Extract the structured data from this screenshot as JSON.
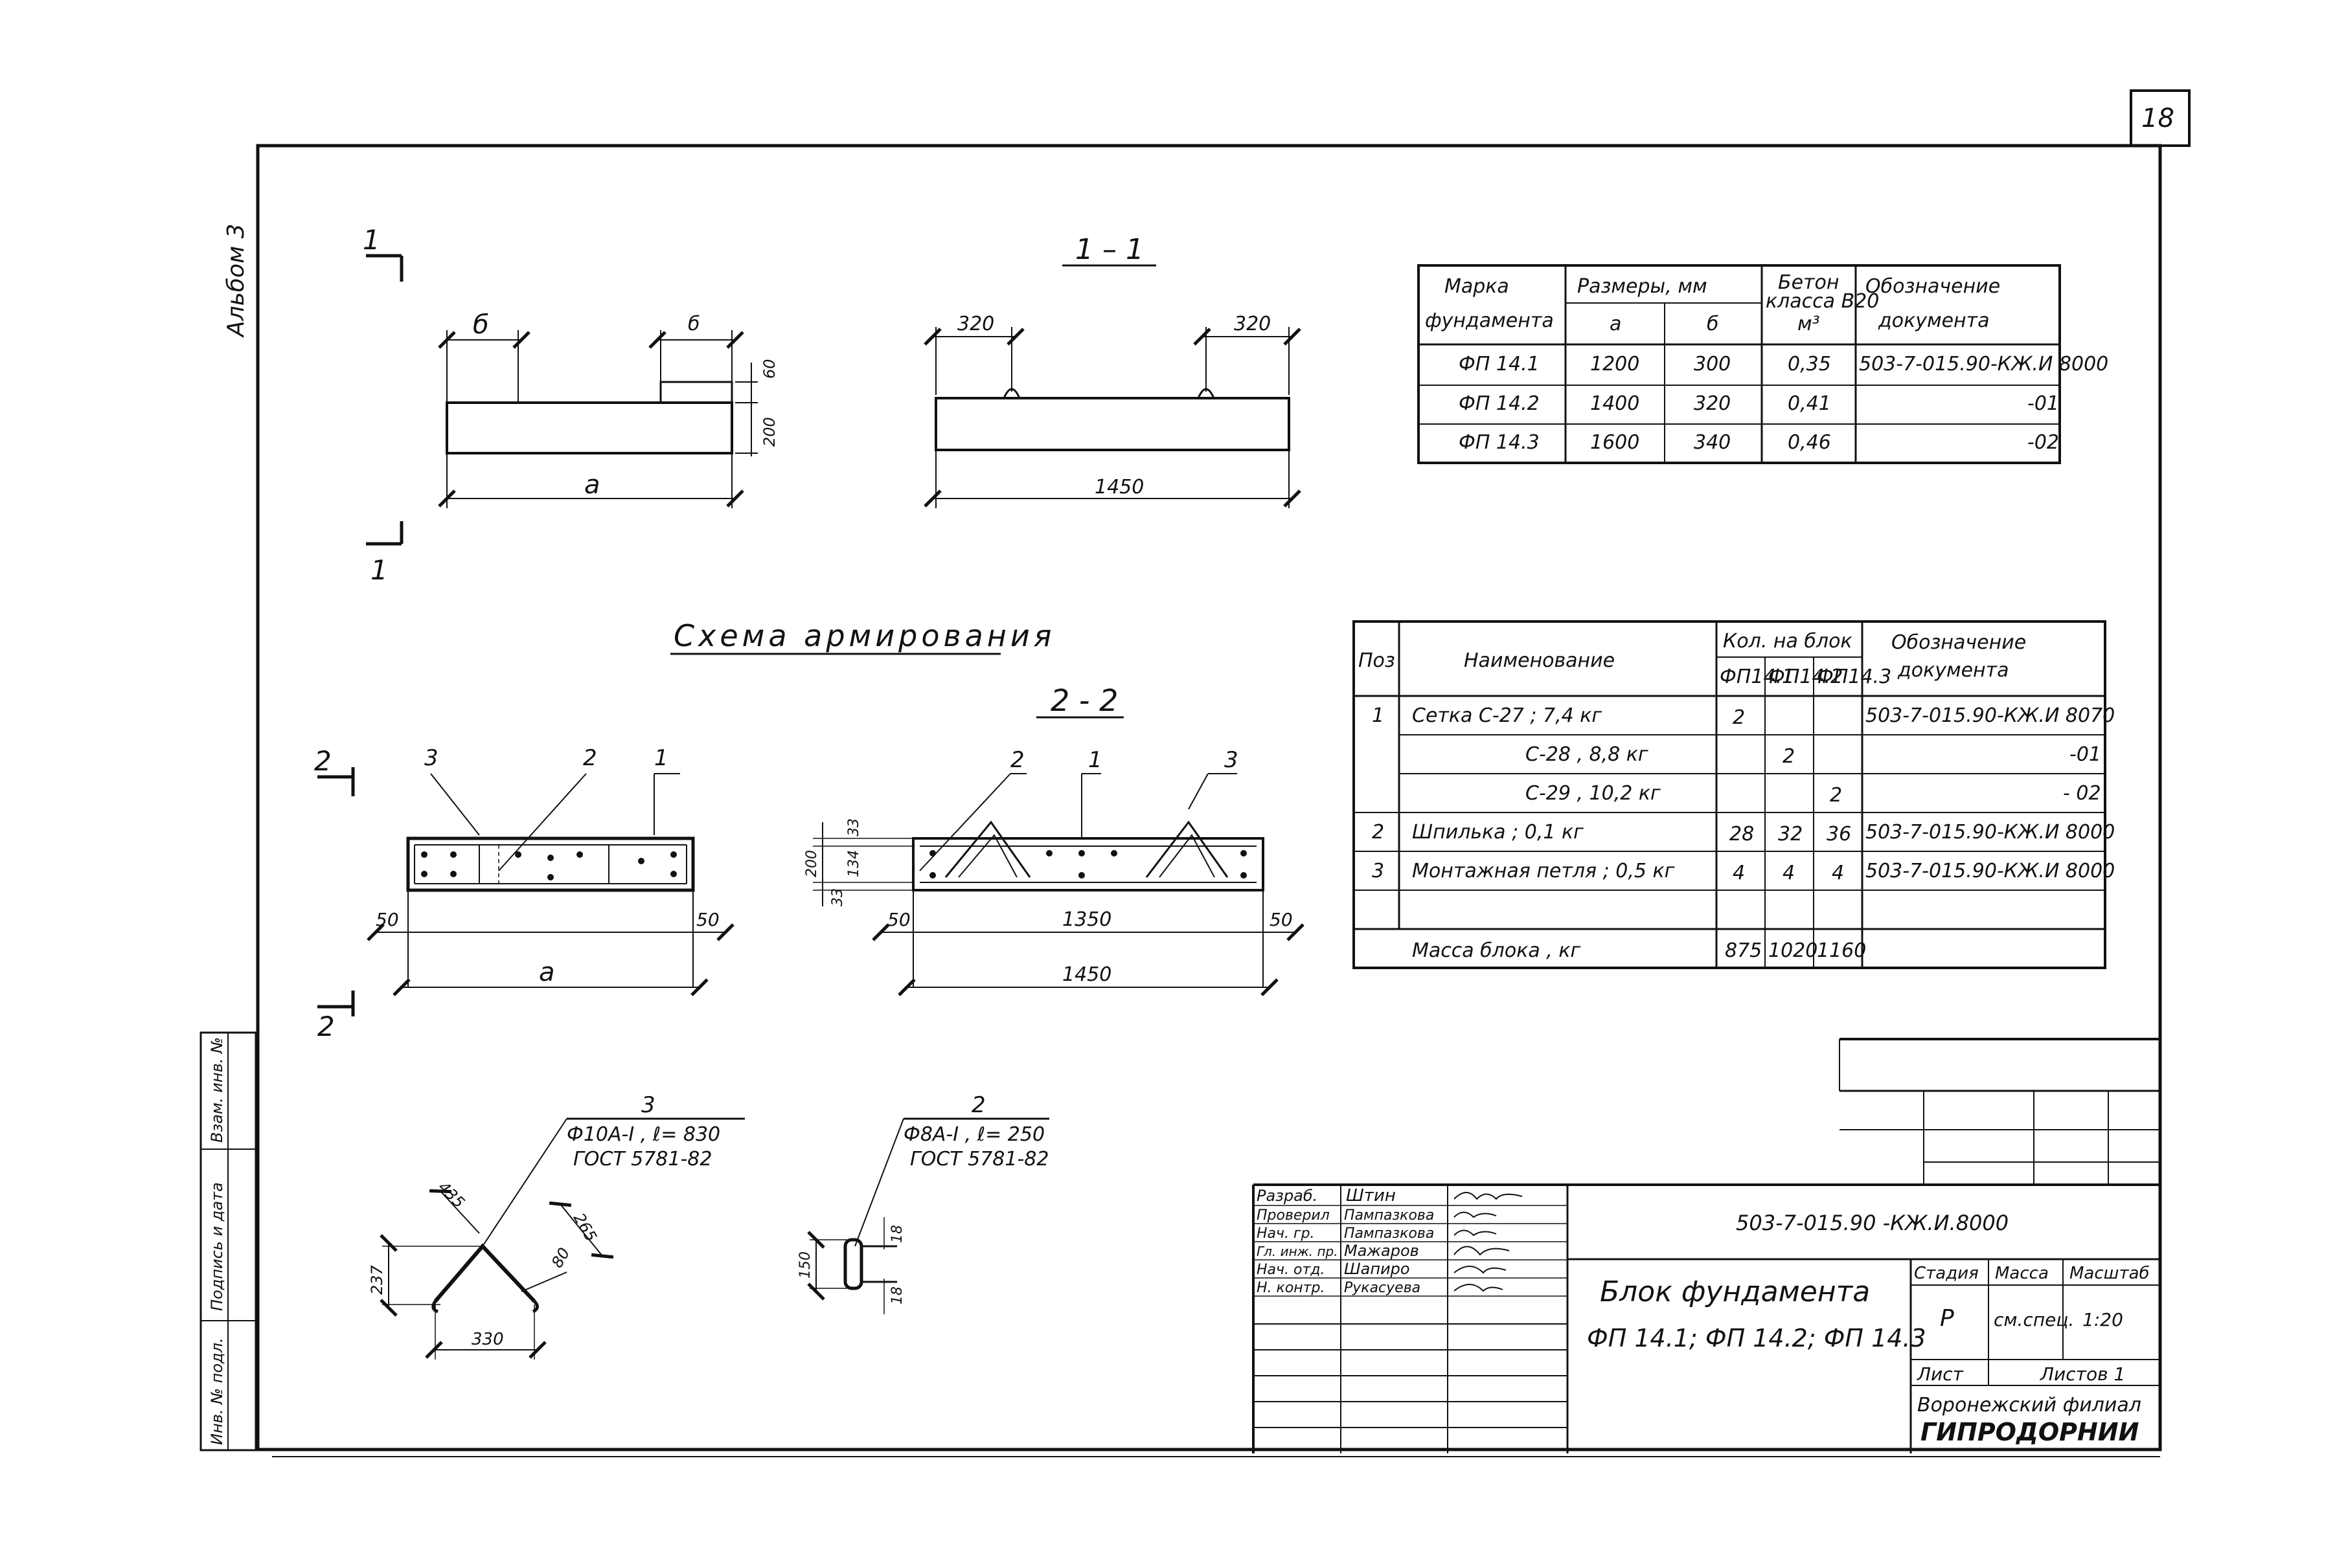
{
  "sheet": {
    "page_number": "18",
    "album_label": "Альбом 3"
  },
  "left_stamp": {
    "cells": [
      "Инв. № подл.",
      "Подпись и дата",
      "Взам. инв. №"
    ]
  },
  "view1": {
    "section_mark": "1",
    "dim_b1": "б",
    "dim_b2": "б",
    "dim_60": "60",
    "dim_200": "200",
    "dim_a": "а"
  },
  "view11": {
    "title": "1 – 1",
    "dim_320_left": "320",
    "dim_320_right": "320",
    "dim_1450": "1450"
  },
  "dimensions_table": {
    "headers": {
      "mark": [
        "Марка",
        "фундамента"
      ],
      "sizes": "Размеры, мм",
      "a": "а",
      "b": "б",
      "concrete": [
        "Бетон",
        "класса В20",
        "м³"
      ],
      "doc": [
        "Обозначение",
        "документа"
      ]
    },
    "rows": [
      {
        "mark": "ФП 14.1",
        "a": "1200",
        "b": "300",
        "concrete": "0,35",
        "doc": "503-7-015.90-КЖ.И 8000"
      },
      {
        "mark": "ФП 14.2",
        "a": "1400",
        "b": "320",
        "concrete": "0,41",
        "doc": "-01"
      },
      {
        "mark": "ФП 14.3",
        "a": "1600",
        "b": "340",
        "concrete": "0,46",
        "doc": "-02"
      }
    ]
  },
  "scheme": {
    "title": "Схема армирования",
    "section2": "2",
    "labels": [
      "3",
      "2",
      "1"
    ],
    "dim_50_left": "50",
    "dim_50_right": "50",
    "dim_a": "а"
  },
  "view22": {
    "title": "2 - 2",
    "labels": [
      "2",
      "1",
      "3"
    ],
    "dim_33_top": "33",
    "dim_134": "134",
    "dim_200": "200",
    "dim_33_bot": "33",
    "dim_50_left": "50",
    "dim_1350": "1350",
    "dim_50_right": "50",
    "dim_1450": "1450"
  },
  "spec_table": {
    "headers": {
      "pos": "Поз",
      "name": "Наименование",
      "qty": "Кол. на блок",
      "sub": [
        "ФП14.1",
        "ФП14.2",
        "ФП14.3"
      ],
      "doc": [
        "Обозначение",
        "документа"
      ]
    },
    "rows": [
      {
        "pos": "1",
        "name": "Сетка С-27 ; 7,4 кг",
        "q1": "2",
        "q2": "",
        "q3": "",
        "doc": "503-7-015.90-КЖ.И 8070"
      },
      {
        "pos": "",
        "name": "С-28 , 8,8 кг",
        "q1": "",
        "q2": "2",
        "q3": "",
        "doc": "-01"
      },
      {
        "pos": "",
        "name": "С-29 , 10,2 кг",
        "q1": "",
        "q2": "",
        "q3": "2",
        "doc": "- 02"
      },
      {
        "pos": "2",
        "name": "Шпилька ; 0,1 кг",
        "q1": "28",
        "q2": "32",
        "q3": "36",
        "doc": "503-7-015.90-КЖ.И 8000"
      },
      {
        "pos": "3",
        "name": "Монтажная петля ; 0,5 кг",
        "q1": "4",
        "q2": "4",
        "q3": "4",
        "doc": "503-7-015.90-КЖ.И 8000"
      },
      {
        "pos": "",
        "name": "",
        "q1": "",
        "q2": "",
        "q3": "",
        "doc": ""
      }
    ],
    "mass_row": {
      "label": "Масса блока , кг",
      "q1": "875",
      "q2": "1020",
      "q3": "1160"
    }
  },
  "detail3": {
    "title": "3",
    "spec1": "Ф10А-I , ℓ= 830",
    "spec2": "ГОСТ 5781-82",
    "dim_435": "435",
    "dim_265": "265",
    "dim_80": "80",
    "dim_237": "237",
    "dim_330": "330"
  },
  "detail2": {
    "title": "2",
    "spec1": "Ф8А-I , ℓ= 250",
    "spec2": "ГОСТ 5781-82",
    "dim_150": "150",
    "dim_18_top": "18",
    "dim_18_bot": "18"
  },
  "title_block": {
    "roles": [
      "Разраб.",
      "Проверил",
      "Нач. гр.",
      "Гл. инж. пр.",
      "Нач. отд.",
      "Н. контр."
    ],
    "names": [
      "Штин",
      "Пампазкова",
      "Пампазкова",
      "Мажаров",
      "Шапиро",
      "Рукасуева"
    ],
    "doc_code": "503-7-015.90 -КЖ.И.8000",
    "title_line1": "Блок фундамента",
    "title_line2": "ФП 14.1; ФП 14.2; ФП 14.3",
    "stage_label": "Стадия",
    "mass_label": "Масса",
    "scale_label": "Масштаб",
    "stage": "Р",
    "mass": "см.спец.",
    "scale": "1:20",
    "sheet_label": "Лист",
    "sheets_label": "Листов 1",
    "org1": "Воронежский филиал",
    "org2": "ГИПРОДОРНИИ"
  }
}
